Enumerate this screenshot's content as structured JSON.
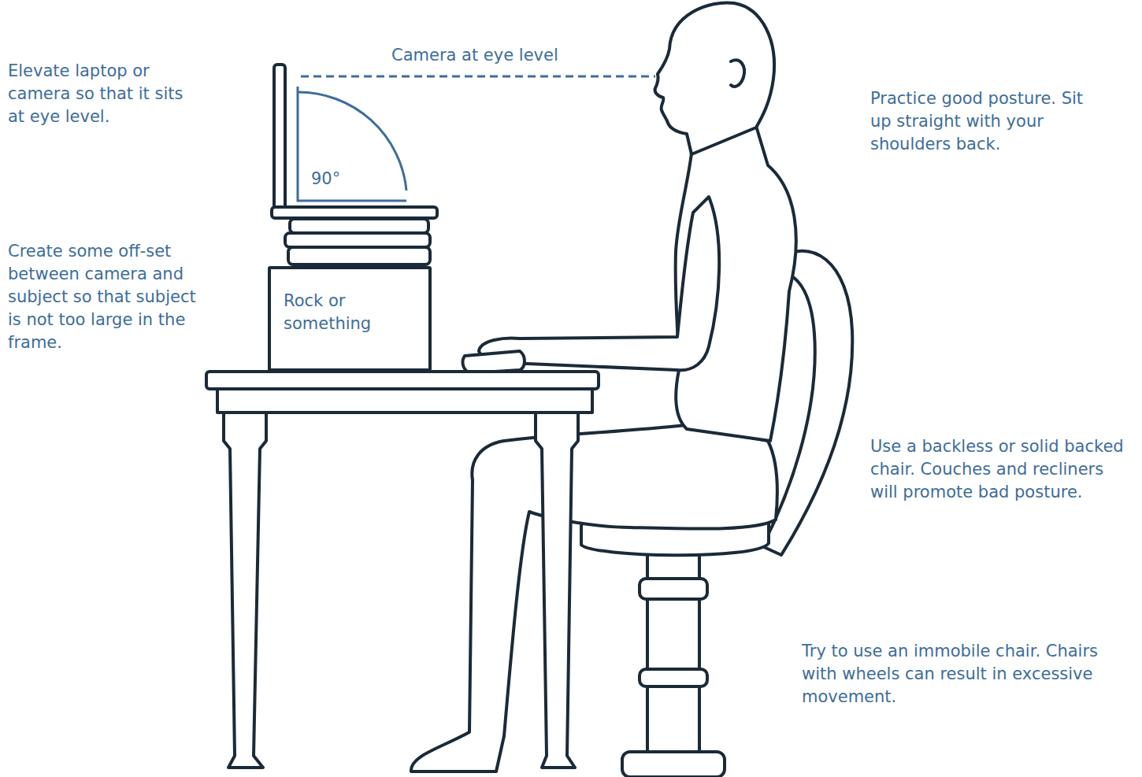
{
  "diagram": {
    "nodes": [
      {
        "text": [
          "Rock or something"
        ]
      }
    ],
    "labels": [
      "Elevate laptop or camera so that it sits at eye level.",
      "Camera at eye level",
      "Practice good posture. Sit up straight with your shoulders back.",
      "90°",
      "Create some off-set between camera and subject so that subject is not too large in the frame.",
      "Use a backless or solid backed chair. Couches and recliners will promote bad posture.",
      "Try to use an immobile chair. Chairs with wheels can result in excessive movement."
    ]
  }
}
